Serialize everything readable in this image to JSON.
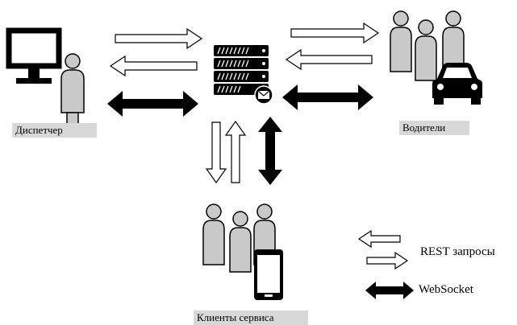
{
  "nodes": {
    "dispatcher": {
      "label": "Диспетчер",
      "icon": "dispatcher-at-computer-icon"
    },
    "server": {
      "icon": "server-with-mail-icon"
    },
    "drivers": {
      "label": "Водители",
      "icon": "drivers-group-with-car-icon"
    },
    "clients": {
      "label": "Клиенты сервиса",
      "icon": "clients-group-with-phone-icon"
    }
  },
  "legend": {
    "rest": "REST запросы",
    "websocket": "WebSocket"
  },
  "colors": {
    "person_fill": "#c9c9c9",
    "outline": "#000000",
    "label_bg": "#d8d8d8"
  }
}
